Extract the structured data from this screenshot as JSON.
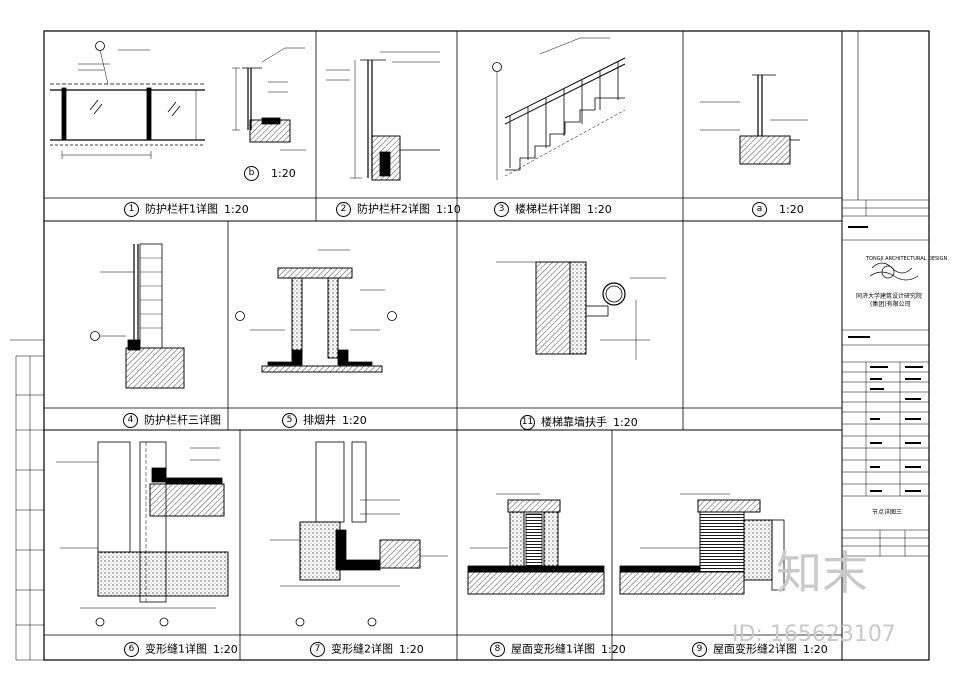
{
  "panels": [
    {
      "num": "1",
      "title": "防护栏杆1详图",
      "scale": "1:20"
    },
    {
      "num": "b",
      "title": "",
      "scale": "1:20"
    },
    {
      "num": "2",
      "title": "防护栏杆2详图",
      "scale": "1:10"
    },
    {
      "num": "3",
      "title": "楼梯栏杆详图",
      "scale": "1:20"
    },
    {
      "num": "a",
      "title": "",
      "scale": "1:20"
    },
    {
      "num": "4",
      "title": "防护栏杆三详图",
      "scale": ""
    },
    {
      "num": "5",
      "title": "排烟井",
      "scale": "1:20"
    },
    {
      "num": "11",
      "title": "楼梯靠墙扶手",
      "scale": "1:20"
    },
    {
      "num": "6",
      "title": "变形缝1详图",
      "scale": "1:20"
    },
    {
      "num": "7",
      "title": "变形缝2详图",
      "scale": "1:20"
    },
    {
      "num": "8",
      "title": "屋面变形缝1详图",
      "scale": "1:20"
    },
    {
      "num": "9",
      "title": "屋面变形缝2详图",
      "scale": "1:20"
    }
  ],
  "title_block": {
    "institute_cn": "同济大学建筑设计研究院",
    "institute_sub": "(集团)有限公司",
    "institute_en": "TONGJI ARCHITECTURAL DESIGN",
    "drawing_label": "节点详图三"
  },
  "watermark": {
    "logo_text": "知末",
    "id_text": "ID: 165623107"
  }
}
